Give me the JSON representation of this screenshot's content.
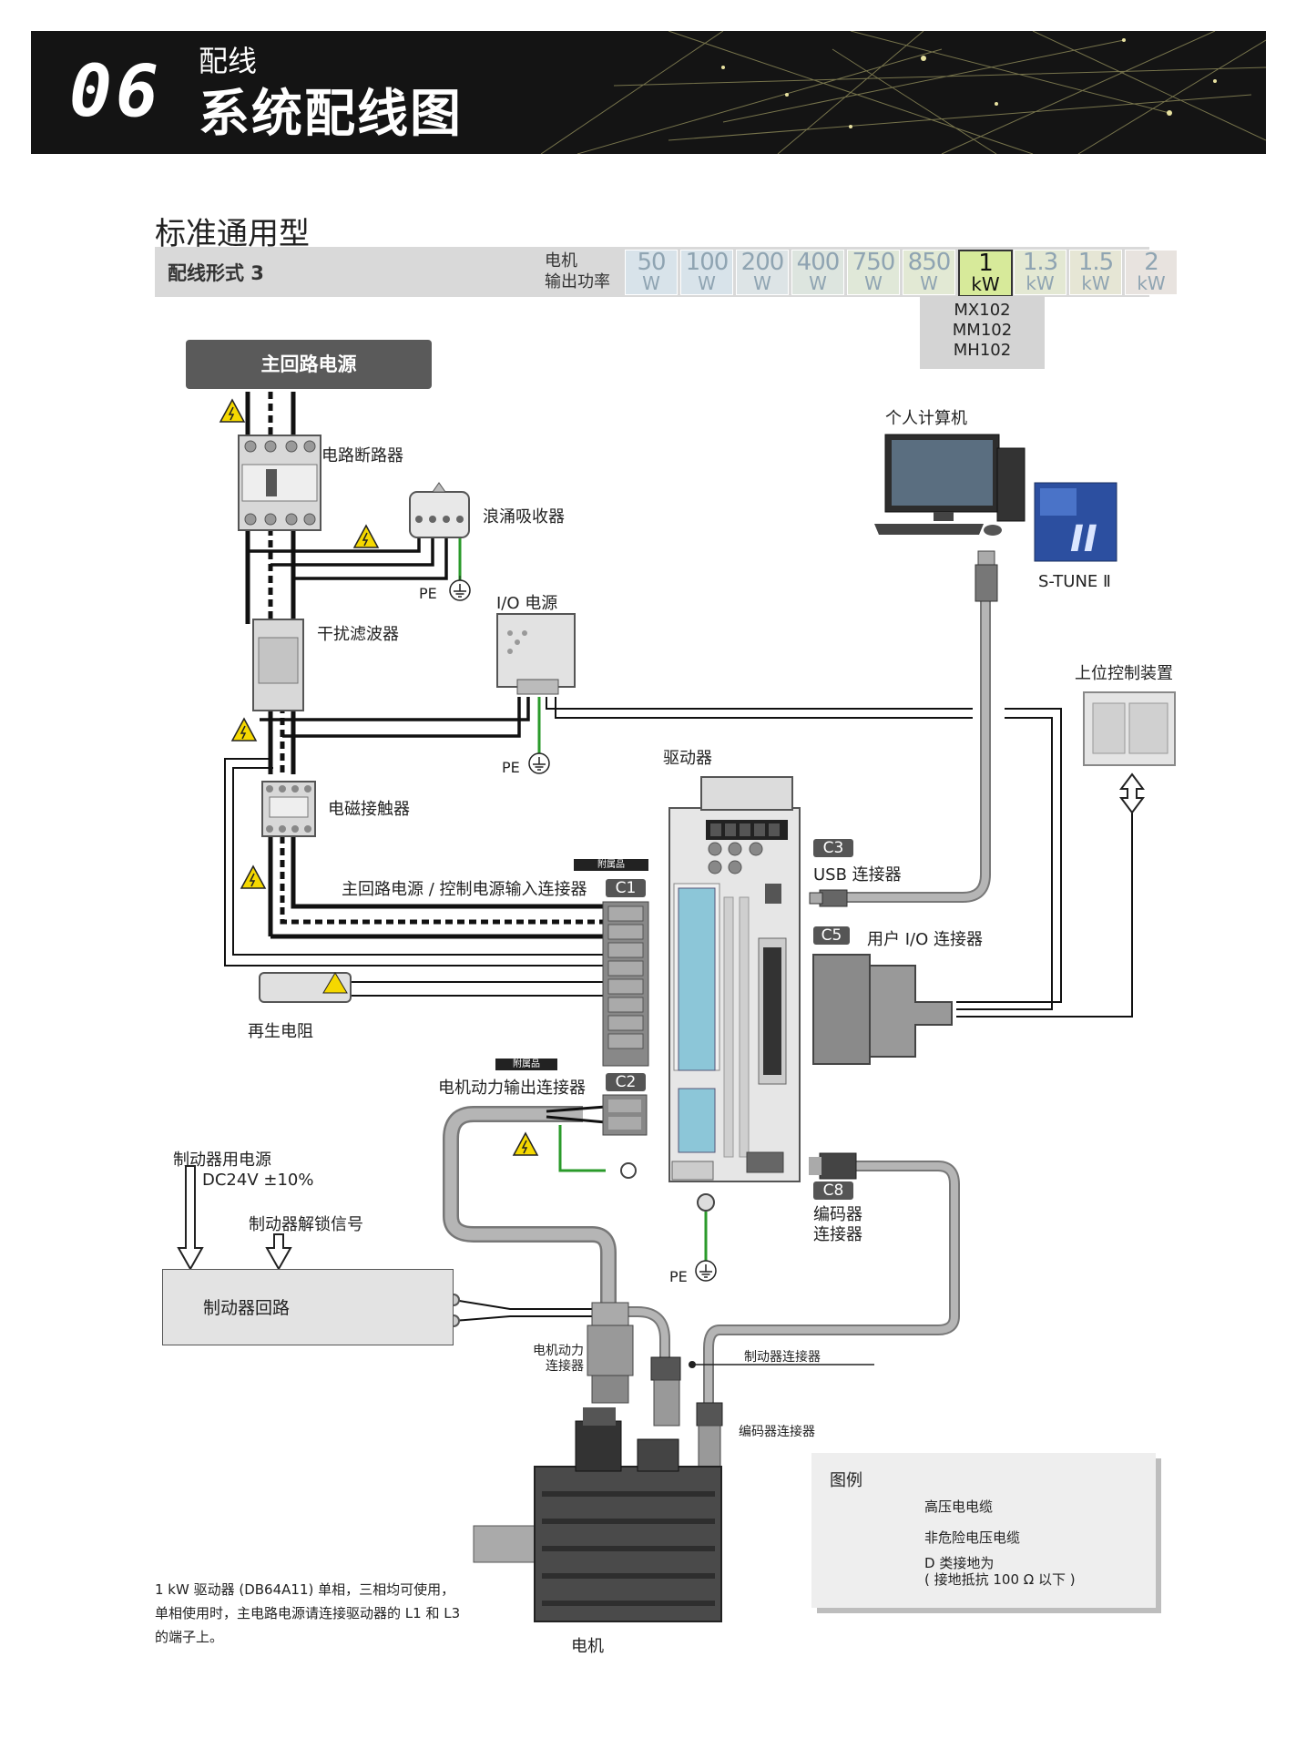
{
  "header": {
    "section_number": "06",
    "subtitle": "配线",
    "title": "系统配线图"
  },
  "standard_title": "标准通用型",
  "form_bar": {
    "label": "配线形式 3",
    "motor_output_label_line1": "电机",
    "motor_output_label_line2": "输出功率",
    "powers": [
      {
        "value": "50",
        "unit": "W",
        "color": "#d8e3ea",
        "active": false
      },
      {
        "value": "100",
        "unit": "W",
        "color": "#d8e3ea",
        "active": false
      },
      {
        "value": "200",
        "unit": "W",
        "color": "#dde4e6",
        "active": false
      },
      {
        "value": "400",
        "unit": "W",
        "color": "#dde5df",
        "active": false
      },
      {
        "value": "750",
        "unit": "W",
        "color": "#e0e8d8",
        "active": false
      },
      {
        "value": "850",
        "unit": "W",
        "color": "#e2e9d4",
        "active": false
      },
      {
        "value": "1",
        "unit": "kW",
        "color": "#d7ea9a",
        "active": true
      },
      {
        "value": "1.3",
        "unit": "kW",
        "color": "#e3e8d3",
        "active": false
      },
      {
        "value": "1.5",
        "unit": "kW",
        "color": "#e6e6d5",
        "active": false
      },
      {
        "value": "2",
        "unit": "kW",
        "color": "#e8e3df",
        "active": false
      }
    ]
  },
  "models": [
    "MX102",
    "MM102",
    "MH102"
  ],
  "labels": {
    "main_power": "主回路电源",
    "circuit_breaker": "电路断路器",
    "surge_absorber": "浪涌吸收器",
    "pe": "PE",
    "io_power": "I/O 电源",
    "noise_filter": "干扰滤波器",
    "driver": "驱动器",
    "contactor": "电磁接触器",
    "accessory": "附属品",
    "c1_label": "主回路电源 / 控制电源输入连接器",
    "c1": "C1",
    "regen": "再生电阻",
    "c2_label": "电机动力输出连接器",
    "c2": "C2",
    "pc": "个人计算机",
    "stune": "S-TUNE Ⅱ",
    "host": "上位控制装置",
    "c3": "C3",
    "c3_label": "USB 连接器",
    "c5": "C5",
    "c5_label": "用户 I/O 连接器",
    "c8": "C8",
    "c8_label_line1": "编码器",
    "c8_label_line2": "连接器",
    "brake_power_line1": "制动器用电源",
    "brake_power_line2": "DC24V ±10%",
    "brake_unlock": "制动器解锁信号",
    "brake_circuit": "制动器回路",
    "motor_power_conn_line1": "电机动力",
    "motor_power_conn_line2": "连接器",
    "brake_conn": "制动器连接器",
    "encoder_conn": "编码器连接器",
    "motor": "电机"
  },
  "legend": {
    "title": "图例",
    "high_voltage": "高压电电缆",
    "low_voltage": "非危险电压电缆",
    "ground_line1": "D 类接地为",
    "ground_line2": "( 接地抵抗 100 Ω 以下 )"
  },
  "note": {
    "line1": "1 kW 驱动器 (DB64A11) 单相，三相均可使用，",
    "line2": "单相使用时，主电路电源请连接驱动器的 L1 和 L3",
    "line3": "的端子上。"
  }
}
